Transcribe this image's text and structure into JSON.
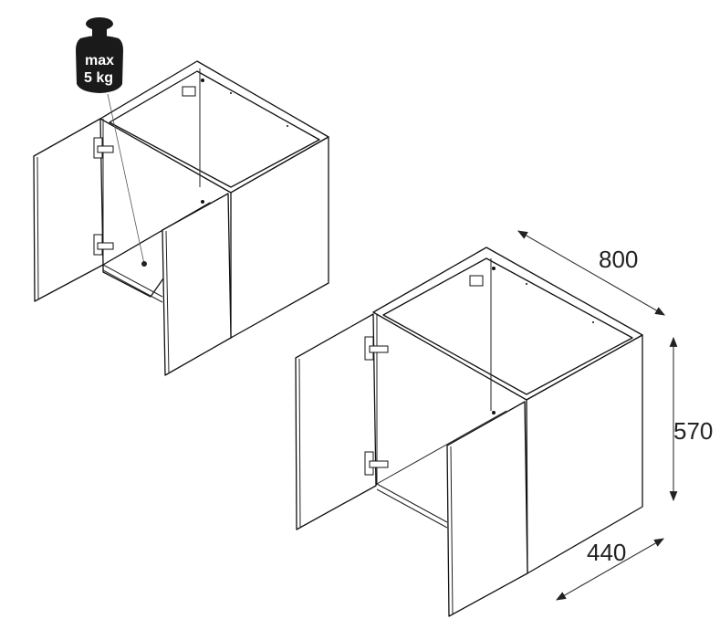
{
  "weight_badge": {
    "line1": "max",
    "line2": "5 kg"
  },
  "dimensions": {
    "width": "800",
    "height": "570",
    "depth": "440"
  },
  "colors": {
    "line": "#111111",
    "weight": "#1a1a1a",
    "background": "#ffffff"
  }
}
